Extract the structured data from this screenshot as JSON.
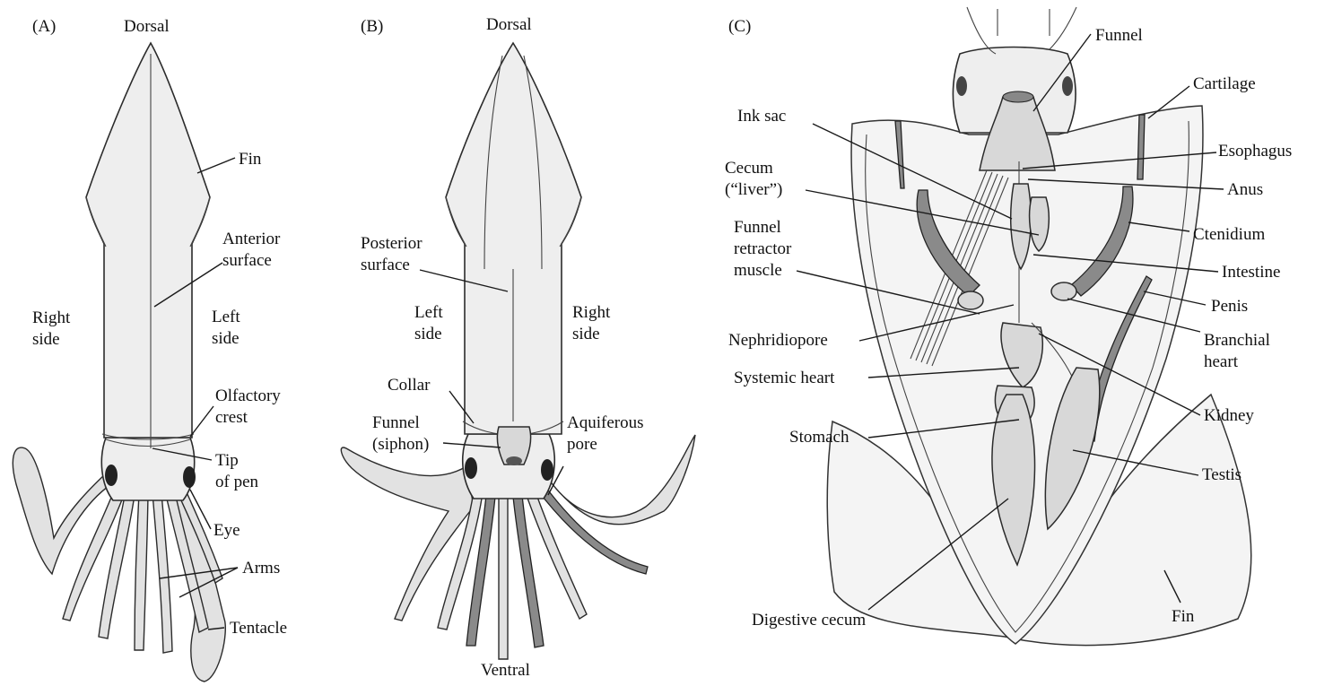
{
  "panels": {
    "a": {
      "letter": "(A)",
      "labels": {
        "dorsal": "Dorsal",
        "fin": "Fin",
        "anterior_surface": "Anterior\nsurface",
        "right_side": "Right\nside",
        "left_side": "Left\nside",
        "olfactory_crest": "Olfactory\ncrest",
        "tip_of_pen": "Tip\nof pen",
        "eye": "Eye",
        "arms": "Arms",
        "tentacle": "Tentacle"
      }
    },
    "b": {
      "letter": "(B)",
      "labels": {
        "dorsal": "Dorsal",
        "posterior_surface": "Posterior\nsurface",
        "left_side": "Left\nside",
        "right_side": "Right\nside",
        "collar": "Collar",
        "funnel_siphon": "Funnel\n(siphon)",
        "aquiferous_pore": "Aquiferous\npore",
        "ventral": "Ventral"
      }
    },
    "c": {
      "letter": "(C)",
      "labels": {
        "funnel": "Funnel",
        "cartilage": "Cartilage",
        "ink_sac": "Ink sac",
        "esophagus": "Esophagus",
        "cecum_liver": "Cecum\n(“liver”)",
        "anus": "Anus",
        "ctenidium": "Ctenidium",
        "funnel_retractor_muscle": "Funnel\nretractor\nmuscle",
        "intestine": "Intestine",
        "penis": "Penis",
        "nephridiopore": "Nephridiopore",
        "branchial_heart": "Branchial\nheart",
        "systemic_heart": "Systemic heart",
        "kidney": "Kidney",
        "stomach": "Stomach",
        "testis": "Testis",
        "digestive_cecum": "Digestive cecum",
        "fin": "Fin"
      }
    }
  }
}
